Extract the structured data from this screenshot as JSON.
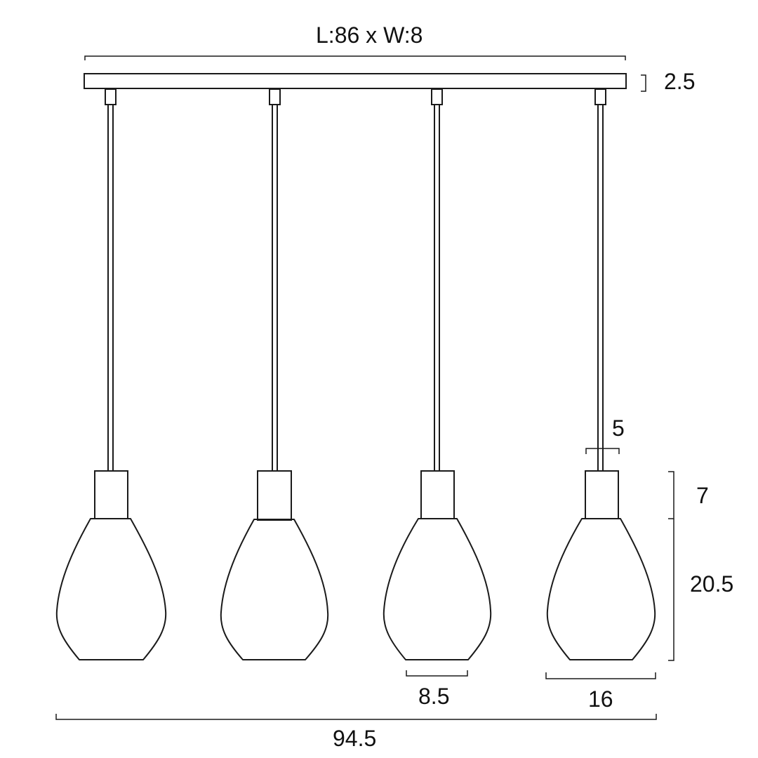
{
  "diagram": {
    "type": "technical-dimension-drawing",
    "subject": "4-light linear pendant with teardrop glass shades",
    "pendant_count": 4,
    "line_color": "#1a1a1a",
    "background": "#ffffff"
  },
  "dimensions": {
    "canopy": "L:86 x W:8",
    "canopy_height": "2.5",
    "cord_holder_width": "5",
    "holder_height": "7",
    "shade_height": "20.5",
    "shade_base_width": "8.5",
    "shade_width": "16",
    "overall_width": "94.5"
  }
}
